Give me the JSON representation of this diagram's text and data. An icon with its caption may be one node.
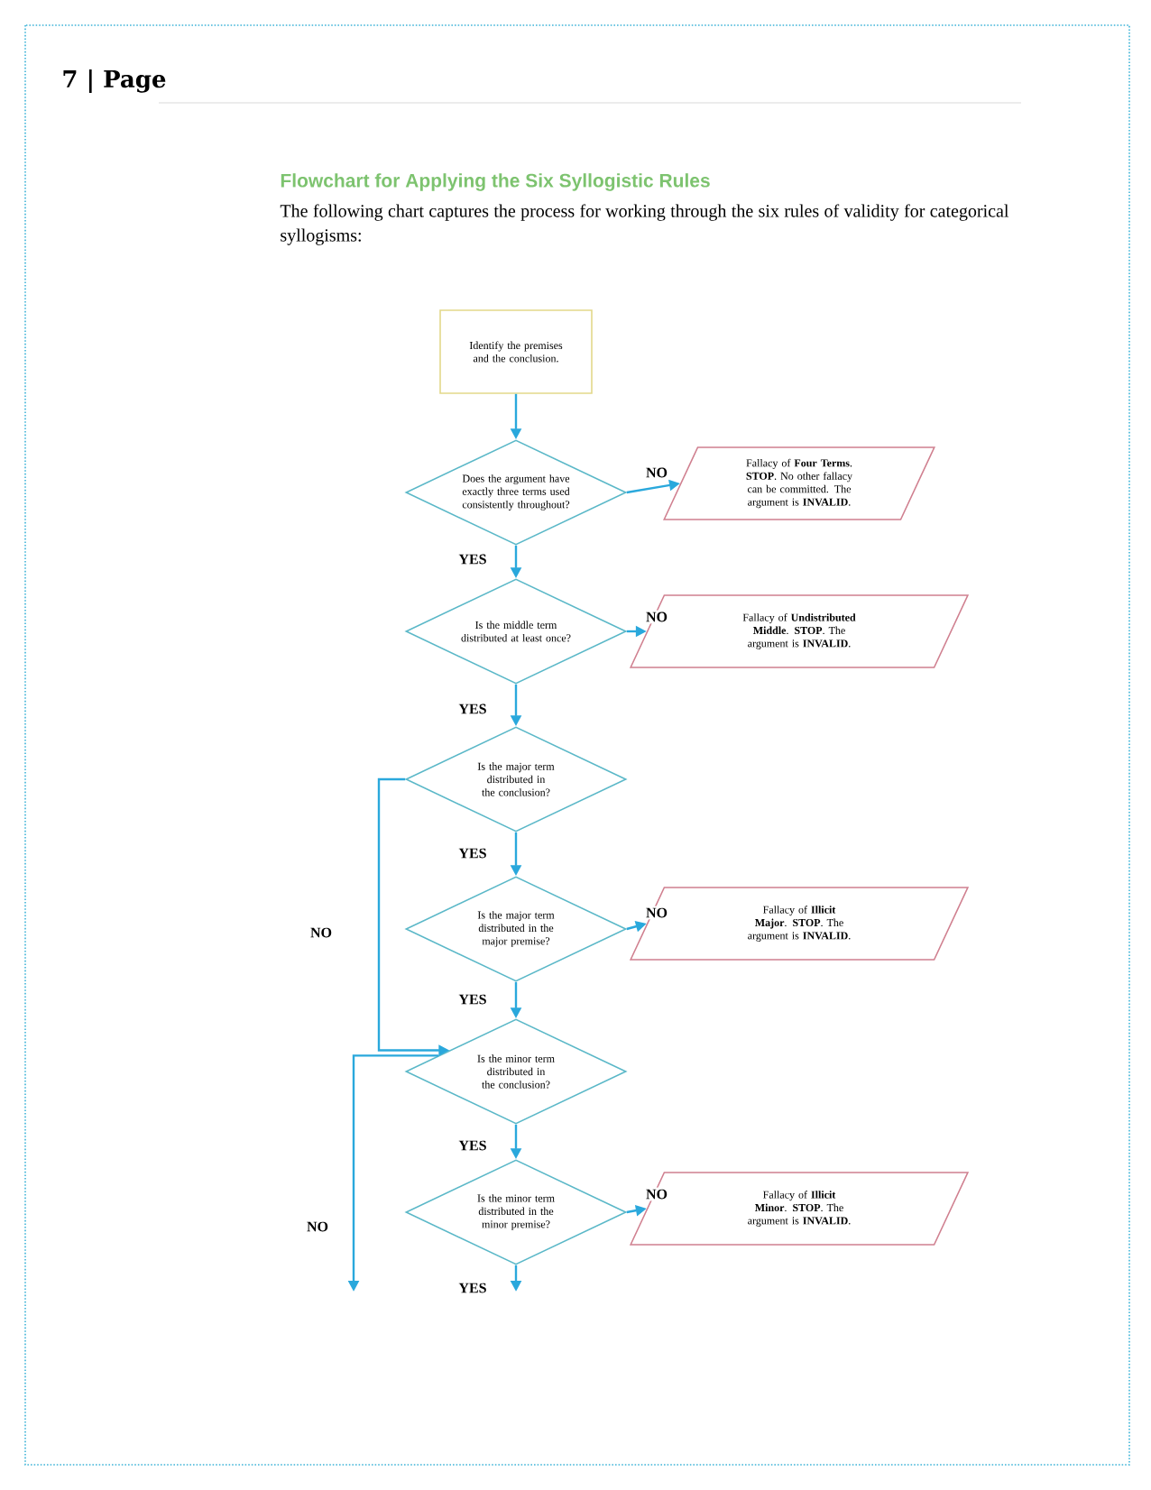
{
  "diagram": {
    "title": "Flowchart for Applying the Six Syllogistic Rules",
    "nodes": [
      {
        "text": [
          "Identify the premises and the conclusion."
        ]
      },
      {
        "text": [
          "Does the argument have exactly three terms used consistently throughout?"
        ]
      },
      {
        "text": [
          "Fallacy of **Four Terms**. **STOP**. No other fallacy can be committed. The argument is **INVALID**."
        ]
      },
      {
        "text": [
          "Is the middle term distributed at least once?"
        ]
      },
      {
        "text": [
          "Fallacy of **Undistributed Middle**. **STOP**. The argument is **INVALID**."
        ]
      },
      {
        "text": [
          "Is the major term distributed in the conclusion?"
        ]
      },
      {
        "text": [
          "Is the major term distributed in the major premise?"
        ]
      },
      {
        "text": [
          "Fallacy of **Illicit Major**. **STOP**. The argument is **INVALID**."
        ]
      },
      {
        "text": [
          "Is the minor term distributed in the conclusion?"
        ]
      },
      {
        "text": [
          "Is the minor term distributed in the minor premise?"
        ]
      },
      {
        "text": [
          "Fallacy of **Illicit Minor**. **STOP**. The argument is **INVALID**."
        ]
      }
    ],
    "edges": [
      {
        "from": 0,
        "to": 1,
        "arrow": "to"
      },
      {
        "from": 1,
        "to": 2,
        "arrow": "to",
        "label": "NO"
      },
      {
        "from": 1,
        "to": 3,
        "arrow": "to",
        "label": "YES"
      },
      {
        "from": 3,
        "to": 4,
        "arrow": "to",
        "label": "NO"
      },
      {
        "from": 3,
        "to": 5,
        "arrow": "to",
        "label": "YES"
      },
      {
        "from": 5,
        "to": 6,
        "arrow": "to",
        "label": "YES"
      },
      {
        "from": 5,
        "to": 8,
        "arrow": "to",
        "label": "NO"
      },
      {
        "from": 6,
        "to": 7,
        "arrow": "to",
        "label": "NO"
      },
      {
        "from": 6,
        "to": 8,
        "arrow": "to",
        "label": "YES"
      },
      {
        "from": 8,
        "to": 9,
        "arrow": "to",
        "label": "YES"
      },
      {
        "from": 8,
        "to": null,
        "arrow": "to",
        "label": "NO"
      },
      {
        "from": 9,
        "to": 10,
        "arrow": "to",
        "label": "NO"
      },
      {
        "from": 9,
        "to": null,
        "arrow": "to",
        "label": "YES"
      }
    ],
    "labels": [
      "7 | Page",
      "The following chart captures the process for working through the six rules of validity for categorical syllogisms:"
    ]
  }
}
